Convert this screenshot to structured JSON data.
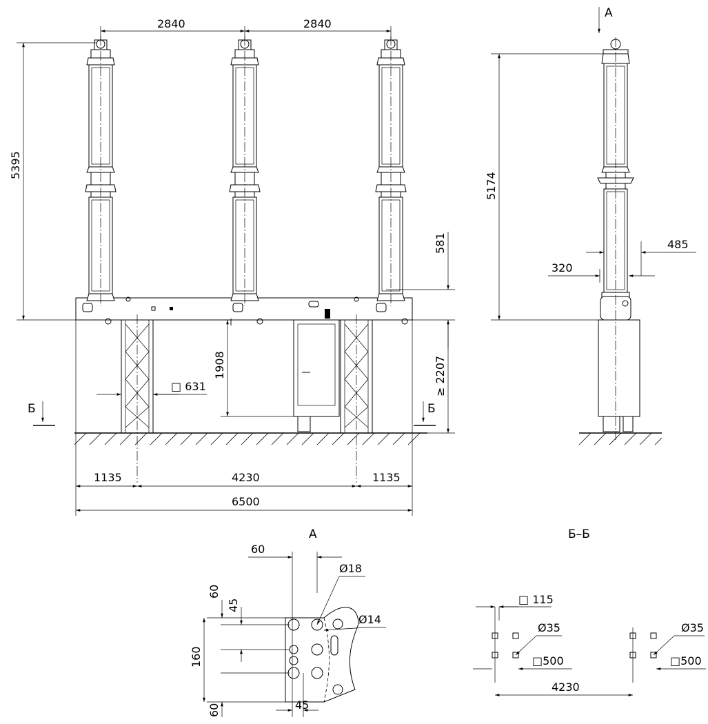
{
  "front_view": {
    "dim_phase_spacing_1": "2840",
    "dim_phase_spacing_2": "2840",
    "dim_total_height": "5395",
    "dim_581": "581",
    "dim_2207": "≥ 2207",
    "dim_1908": "1908",
    "dim_631": "□ 631",
    "dim_1135_left": "1135",
    "dim_4230": "4230",
    "dim_1135_right": "1135",
    "dim_6500": "6500",
    "section_mark_left": "Б",
    "section_mark_right": "Б"
  },
  "side_view": {
    "view_arrow_label": "A",
    "dim_height": "5174",
    "dim_485": "485",
    "dim_320": "320"
  },
  "detail_a": {
    "title": "A",
    "dim_60_top": "60",
    "dim_d18": "Ø18",
    "dim_d14": "Ø14",
    "dim_60_left_top": "60",
    "dim_45_left": "45",
    "dim_160": "160",
    "dim_60_left_bottom": "60",
    "dim_45_bottom": "45"
  },
  "section_bb": {
    "title": "Б–Б",
    "dim_115": "□ 115",
    "dim_d35_left": "Ø35",
    "dim_500_left": "□500",
    "dim_d35_right": "Ø35",
    "dim_500_right": "□500",
    "dim_4230": "4230"
  }
}
